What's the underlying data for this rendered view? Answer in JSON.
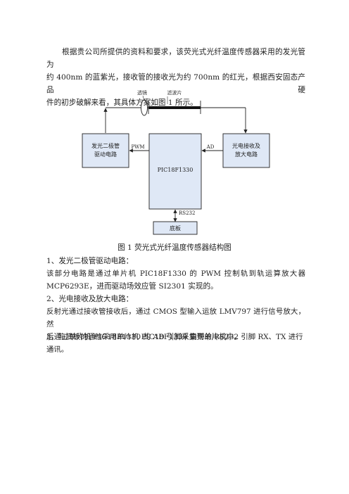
{
  "intro": {
    "line1": "根据贵公司所提供的资料和要求，该荧光式光纤温度传感器采用的发光管为",
    "line2": "约 400nm 的蓝紫光，接收管的接收光为约 700nm 的红光，根据西安固态产品硬",
    "line3": "件的初步破解来看，其具体方案如图 1 所示。"
  },
  "diagram": {
    "lens_label": "透镜",
    "filter_label": "滤波片",
    "led_driver_line1": "发光二极管",
    "led_driver_line2": "驱动电路",
    "receiver_line1": "光电接收及",
    "receiver_line2": "放大电路",
    "mcu_label": "PIC18F1330",
    "pwm_label": "PWM",
    "ad_label": "AD",
    "rs232_label": "RS232",
    "baseboard_label": "底板"
  },
  "figure_caption": "图 1  荧光式光纤温度传感器结构图",
  "section1": {
    "title": "1、发光二极管驱动电路：",
    "line1": "该部分电路是通过单片机 PIC18F1330 的 PWM 控制轨到轨运算放大器",
    "line2": "MCP6293E，进而驱动场效应管 SI2301 实现的。"
  },
  "section2": {
    "title": "2、光电接收及放大电路：",
    "line1": "反射光通过接收管接收后，通过 CMOS 型输入运放 LMV797 进行信号放大，然",
    "line2": "后通过单片机 PIC18F1330 的 AD 引脚采集到单片机中。"
  },
  "section3": {
    "title": "3、与底板的通信采用单片机 PIC18F1330 自带的 RS232 引脚 RX、TX 进行通讯。"
  }
}
